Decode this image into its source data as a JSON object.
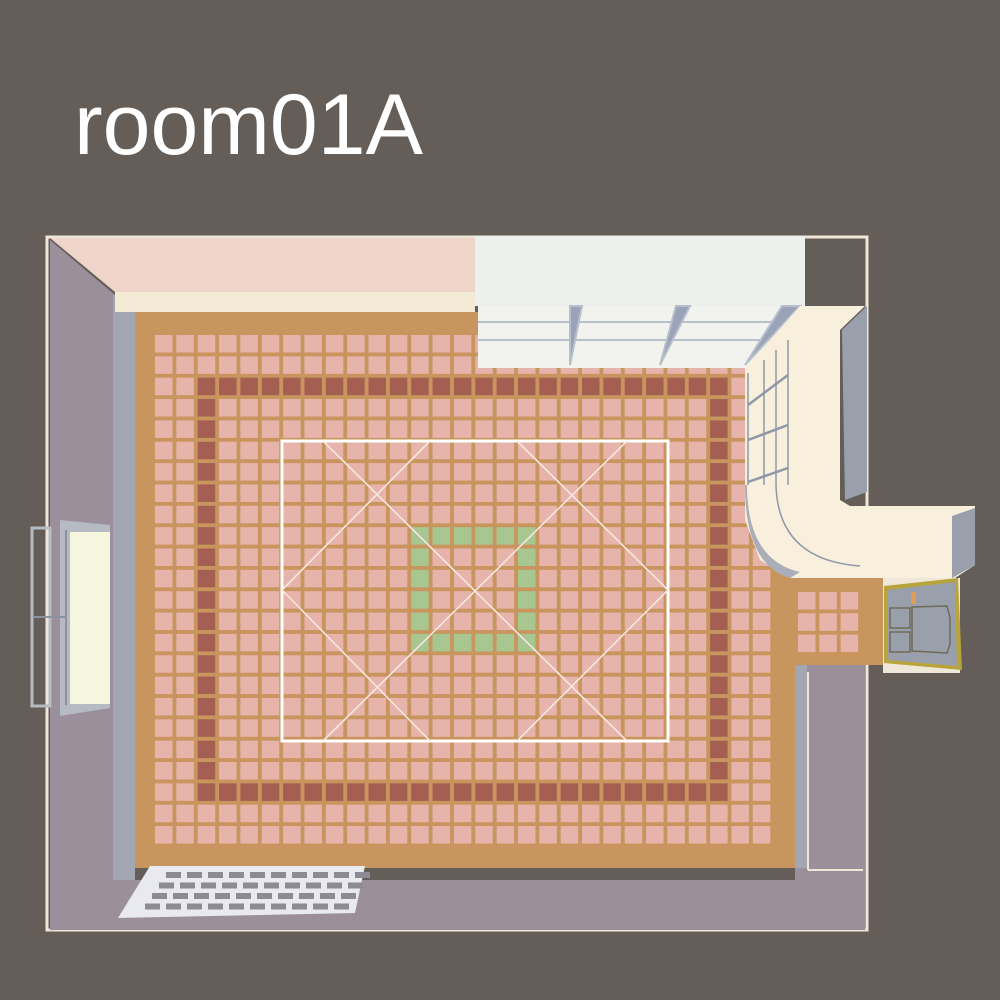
{
  "room": {
    "title": "room01A"
  },
  "floor": {
    "columns": 29,
    "rows": 24,
    "border_ring": {
      "col_start": 2,
      "col_end": 26,
      "row_start": 2,
      "row_end": 21
    },
    "center_ring": {
      "col_start": 12,
      "col_end": 17,
      "row_start": 9,
      "row_end": 14
    }
  },
  "colors": {
    "background": "#645d58",
    "grout": "#c9955e",
    "tile": "#e6b4aa",
    "border_tile": "#a55f52",
    "center_tile": "#a8c690",
    "wall": "#9b8f9c",
    "top_wall": "#efd4c9",
    "counter": "#f8f0dd",
    "door": "#9aa0ab",
    "door_frame": "#b8a43a"
  }
}
